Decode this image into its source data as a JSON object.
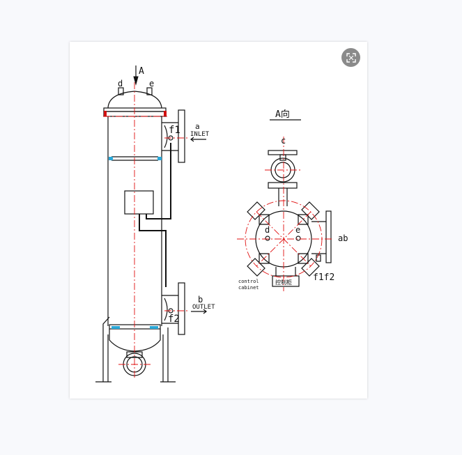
{
  "toolbar": {
    "expand_icon": "expand-icon"
  },
  "drawing": {
    "arrow_label": "A",
    "port_d": "d",
    "port_e": "e",
    "port_a": "a",
    "inlet": "INLET",
    "port_f1": "f1",
    "port_b": "b",
    "outlet": "OUTLET",
    "port_f2": "f2",
    "view_title": "A向",
    "port_c": "c",
    "plan_d": "d",
    "plan_e": "e",
    "plan_ab": "ab",
    "plan_f1f2": "f1f2",
    "control_1": "control",
    "control_2": "cabinet",
    "control_cn": "控制柜"
  },
  "colors": {
    "line": "#111111",
    "centerline": "#e01010",
    "flange": "#2aa8d8"
  }
}
